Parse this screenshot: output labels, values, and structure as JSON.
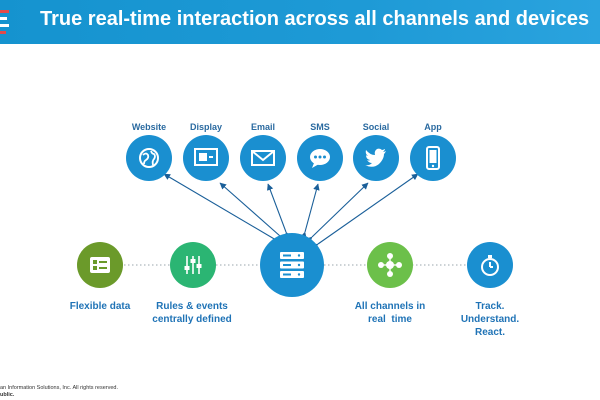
{
  "title": "True real-time interaction across all channels and devices",
  "channels": [
    {
      "label": "Website",
      "icon": "globe-icon"
    },
    {
      "label": "Display",
      "icon": "display-icon"
    },
    {
      "label": "Email",
      "icon": "envelope-icon"
    },
    {
      "label": "SMS",
      "icon": "speech-bubble-icon"
    },
    {
      "label": "Social",
      "icon": "twitter-bird-icon"
    },
    {
      "label": "App",
      "icon": "smartphone-icon"
    }
  ],
  "bottom_nodes": [
    {
      "caption": "Flexible data",
      "icon": "data-list-icon",
      "color": "#6b9a2a"
    },
    {
      "caption": "Rules & events\ncentrally defined",
      "icon": "sliders-icon",
      "color": "#2bb573"
    },
    {
      "caption": "",
      "icon": "server-stack-icon",
      "color": "#1a8fd0"
    },
    {
      "caption": "All channels in\nreal  time",
      "icon": "network-icon",
      "color": "#6cc04a"
    },
    {
      "caption": "Track.\nUnderstand.\nReact.",
      "icon": "stopwatch-icon",
      "color": "#1a8fd0"
    }
  ],
  "footer": {
    "line1": "an Information Solutions, Inc. All rights reserved.",
    "line2": "ublic."
  },
  "colors": {
    "header": "#1e9ad6",
    "channel_circle": "#1a8fd0",
    "caption_text": "#1f73b6",
    "arrow": "#1a5f99"
  }
}
